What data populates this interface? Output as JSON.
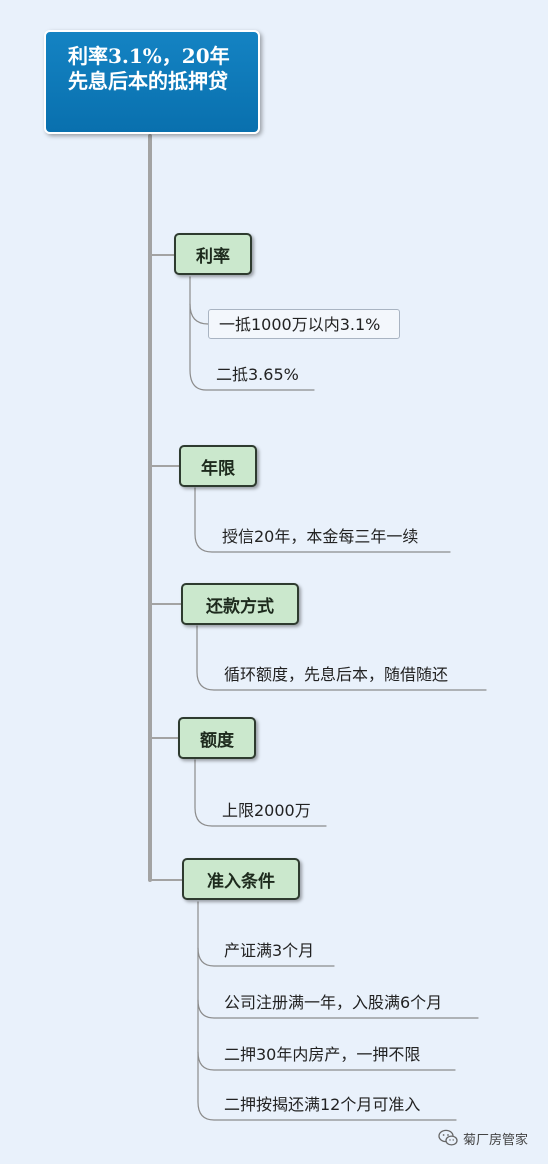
{
  "root": {
    "title": "利率3.1%，20年先息后本的抵押贷"
  },
  "topics": [
    {
      "label": "利率",
      "items": [
        "一抵1000万以内3.1%",
        "二抵3.65%"
      ]
    },
    {
      "label": "年限",
      "items": [
        "授信20年，本金每三年一续"
      ]
    },
    {
      "label": "还款方式",
      "items": [
        "循环额度，先息后本，随借随还"
      ]
    },
    {
      "label": "额度",
      "items": [
        "上限2000万"
      ]
    },
    {
      "label": "准入条件",
      "items": [
        "产证满3个月",
        "公司注册满一年，入股满6个月",
        "二押30年内房产，一押不限",
        "二押按揭还满12个月可准入"
      ]
    }
  ],
  "watermark": {
    "icon": "wechat-icon",
    "text": "菊厂房管家"
  },
  "colors": {
    "root_fill": "#0e77b8",
    "topic_fill": "#cbe8cd",
    "background": "#e9f1fb"
  }
}
